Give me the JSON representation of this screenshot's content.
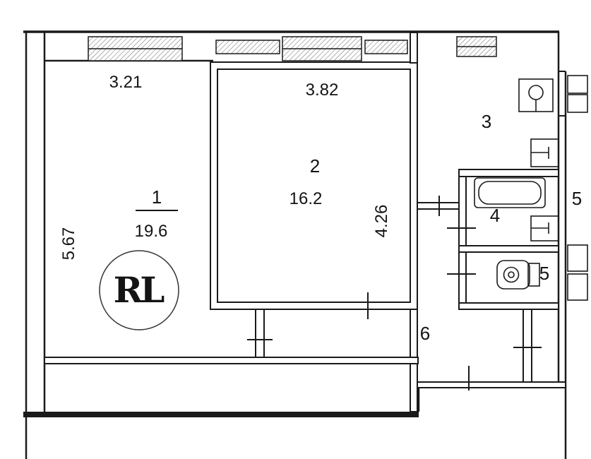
{
  "document": {
    "type": "apartment-floor-plan"
  },
  "logo": {
    "text": "RL",
    "color_light": "#c9a62d",
    "color_dark": "#7a5f14"
  },
  "rooms": {
    "r1": {
      "number": "1",
      "area": "19.6",
      "width": "3.21",
      "height": "5.67"
    },
    "r2": {
      "number": "2",
      "area": "16.2",
      "width": "3.82",
      "height": "4.26"
    },
    "r3": {
      "number": "3"
    },
    "r4": {
      "number": "4"
    },
    "r5": {
      "number": "5"
    },
    "r6": {
      "number": "6"
    }
  },
  "adjacent": {
    "number": "5"
  },
  "fixtures": [
    "kitchen-sink",
    "stove",
    "bathtub",
    "washbasin",
    "toilet"
  ],
  "colors": {
    "line": "#1a1a1a",
    "paper": "#ffffff"
  }
}
